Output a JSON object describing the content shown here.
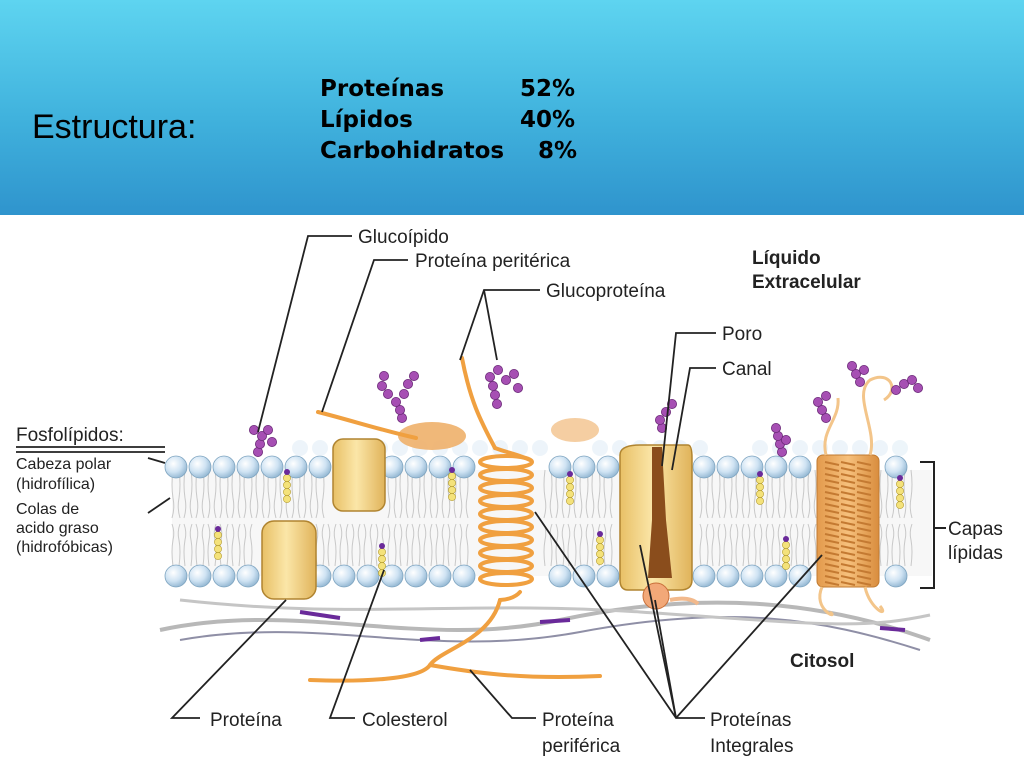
{
  "title": "Estructura:",
  "composition": [
    {
      "name": "Proteínas",
      "percent": "52%"
    },
    {
      "name": "Lípidos",
      "percent": "40%"
    },
    {
      "name": "Carbohidratos",
      "percent": "8%"
    }
  ],
  "colors": {
    "header_top": "#5ed4f0",
    "header_bottom": "#2f94cd",
    "lipid_head": "#c9e1f2",
    "protein_fill": "#f3d58a",
    "helix": "#f0a040",
    "sugar": "#a64fb3"
  },
  "labels": {
    "glucolipido": "Glucoípido",
    "proteina_periterica": "Proteína peritérica",
    "glucoproteina": "Glucoproteína",
    "liquido_line1": "Líquido",
    "liquido_line2": "Extracelular",
    "poro": "Poro",
    "canal": "Canal",
    "fosfolipidos": "Fosfolípidos:",
    "cabeza_line1": "Cabeza polar",
    "cabeza_line2": "(hidrofílica)",
    "colas_line1": "Colas de",
    "colas_line2": "acido graso",
    "colas_line3": "(hidrofóbicas)",
    "capas_line1": "Capas",
    "capas_line2": "lípidas",
    "citosol": "Citosol",
    "proteina": "Proteína",
    "colesterol": "Colesterol",
    "proteina_periferica_line1": "Proteína",
    "proteina_periferica_line2": "periférica",
    "proteinas_integrales_line1": "Proteínas",
    "proteinas_integrales_line2": "Integrales"
  }
}
